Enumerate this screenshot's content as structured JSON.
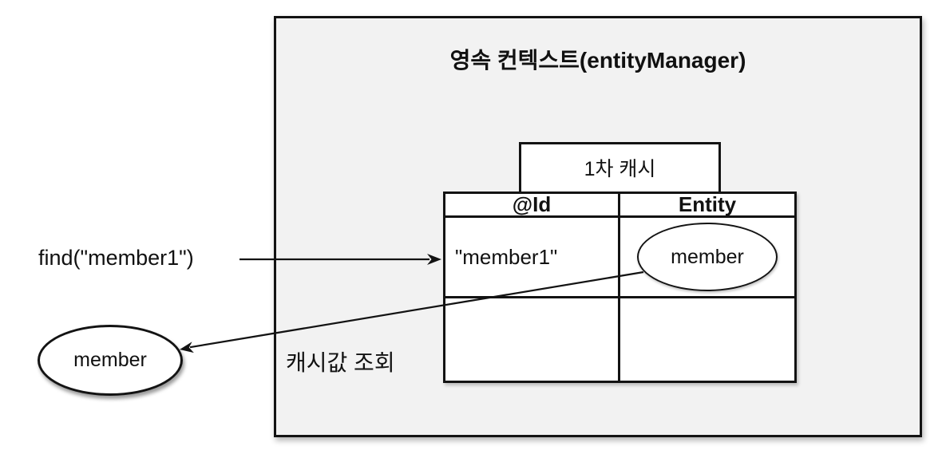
{
  "diagram": {
    "container_title": "영속 컨텍스트(entityManager)",
    "cache_label": "1차 캐시",
    "table": {
      "headers": [
        "@Id",
        "Entity"
      ],
      "rows": [
        {
          "id": "\"member1\"",
          "entity": "member"
        },
        {
          "id": "",
          "entity": ""
        }
      ]
    },
    "find_label": "find(\"member1\")",
    "result_entity_label": "member",
    "caption": "캐시값 조회",
    "colors": {
      "container_fill": "#f2f2f2",
      "line_color": "#131313",
      "cell_fill": "#ffffff"
    }
  }
}
